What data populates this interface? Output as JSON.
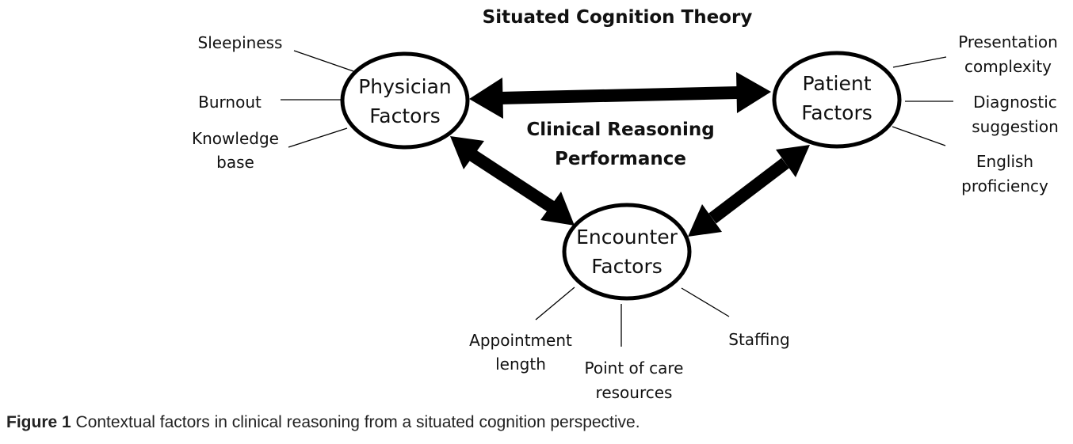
{
  "title": "Situated Cognition Theory",
  "center": {
    "line1": "Clinical Reasoning",
    "line2": "Performance"
  },
  "nodes": {
    "physician": {
      "line1": "Physician",
      "line2": "Factors"
    },
    "patient": {
      "line1": "Patient",
      "line2": "Factors"
    },
    "encounter": {
      "line1": "Encounter",
      "line2": "Factors"
    }
  },
  "physician_factors": [
    {
      "line1": "Sleepiness"
    },
    {
      "line1": "Burnout"
    },
    {
      "line1": "Knowledge",
      "line2": "base"
    }
  ],
  "patient_factors": [
    {
      "line1": "Presentation",
      "line2": "complexity"
    },
    {
      "line1": "Diagnostic",
      "line2": "suggestion"
    },
    {
      "line1": "English",
      "line2": "proficiency"
    }
  ],
  "encounter_factors": [
    {
      "line1": "Appointment",
      "line2": "length"
    },
    {
      "line1": "Point of care",
      "line2": "resources"
    },
    {
      "line1": "Staffing"
    }
  ],
  "caption": {
    "label": "Figure 1",
    "text": " Contextual factors in clinical reasoning from a situated cognition perspective."
  }
}
